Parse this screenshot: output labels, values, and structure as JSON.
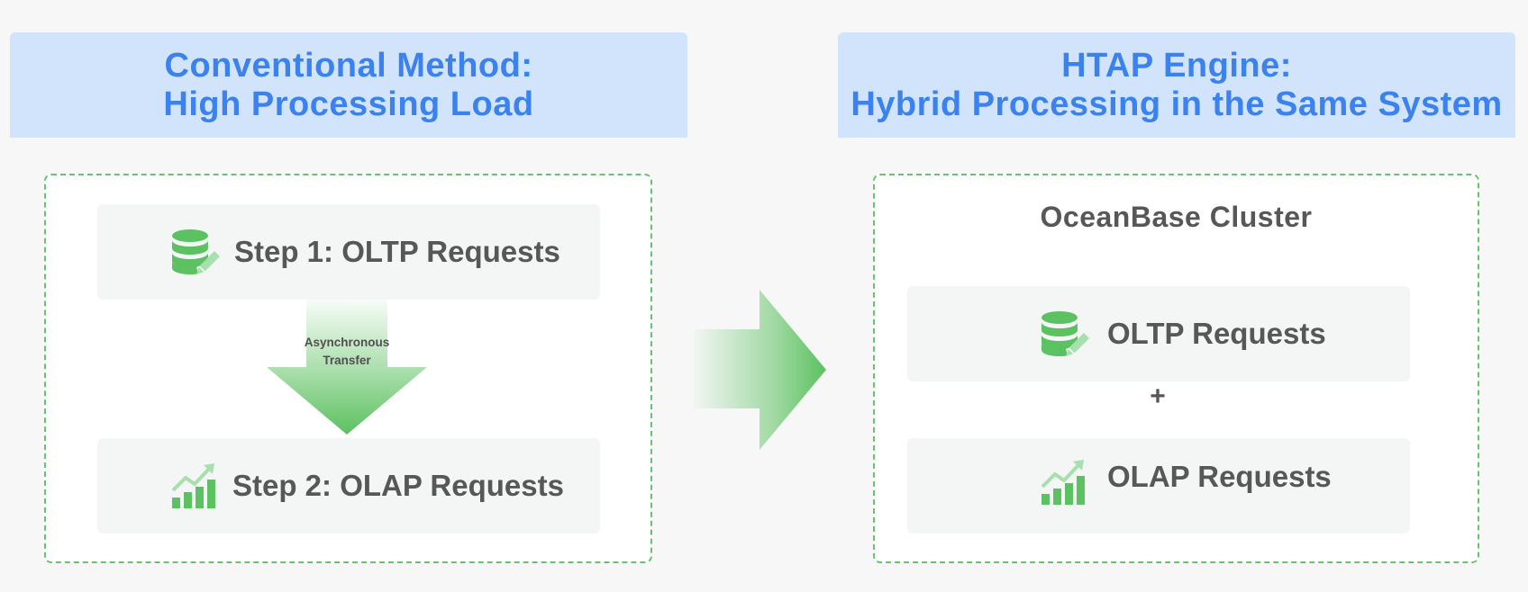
{
  "left": {
    "header_line1": "Conventional Method:",
    "header_line2": "High Processing Load",
    "step1_label": "Step 1: OLTP Requests",
    "step2_label": "Step 2: OLAP Requests",
    "transfer_line1": "Asynchronous",
    "transfer_line2": "Transfer"
  },
  "right": {
    "header_line1": "HTAP Engine:",
    "header_line2": "Hybrid Processing in the Same System",
    "cluster_title": "OceanBase Cluster",
    "oltp_label": "OLTP Requests",
    "plus": "+",
    "olap_label": "OLAP Requests"
  },
  "colors": {
    "header_bg": "#d1e4fb",
    "header_text": "#3b82ef",
    "accent_green": "#5cc160",
    "dashed_border": "#67c36d",
    "card_bg": "#f3f6f5",
    "text_gray": "#575757"
  },
  "icons": {
    "oltp": "database-edit-icon",
    "olap": "bar-chart-trend-icon"
  }
}
